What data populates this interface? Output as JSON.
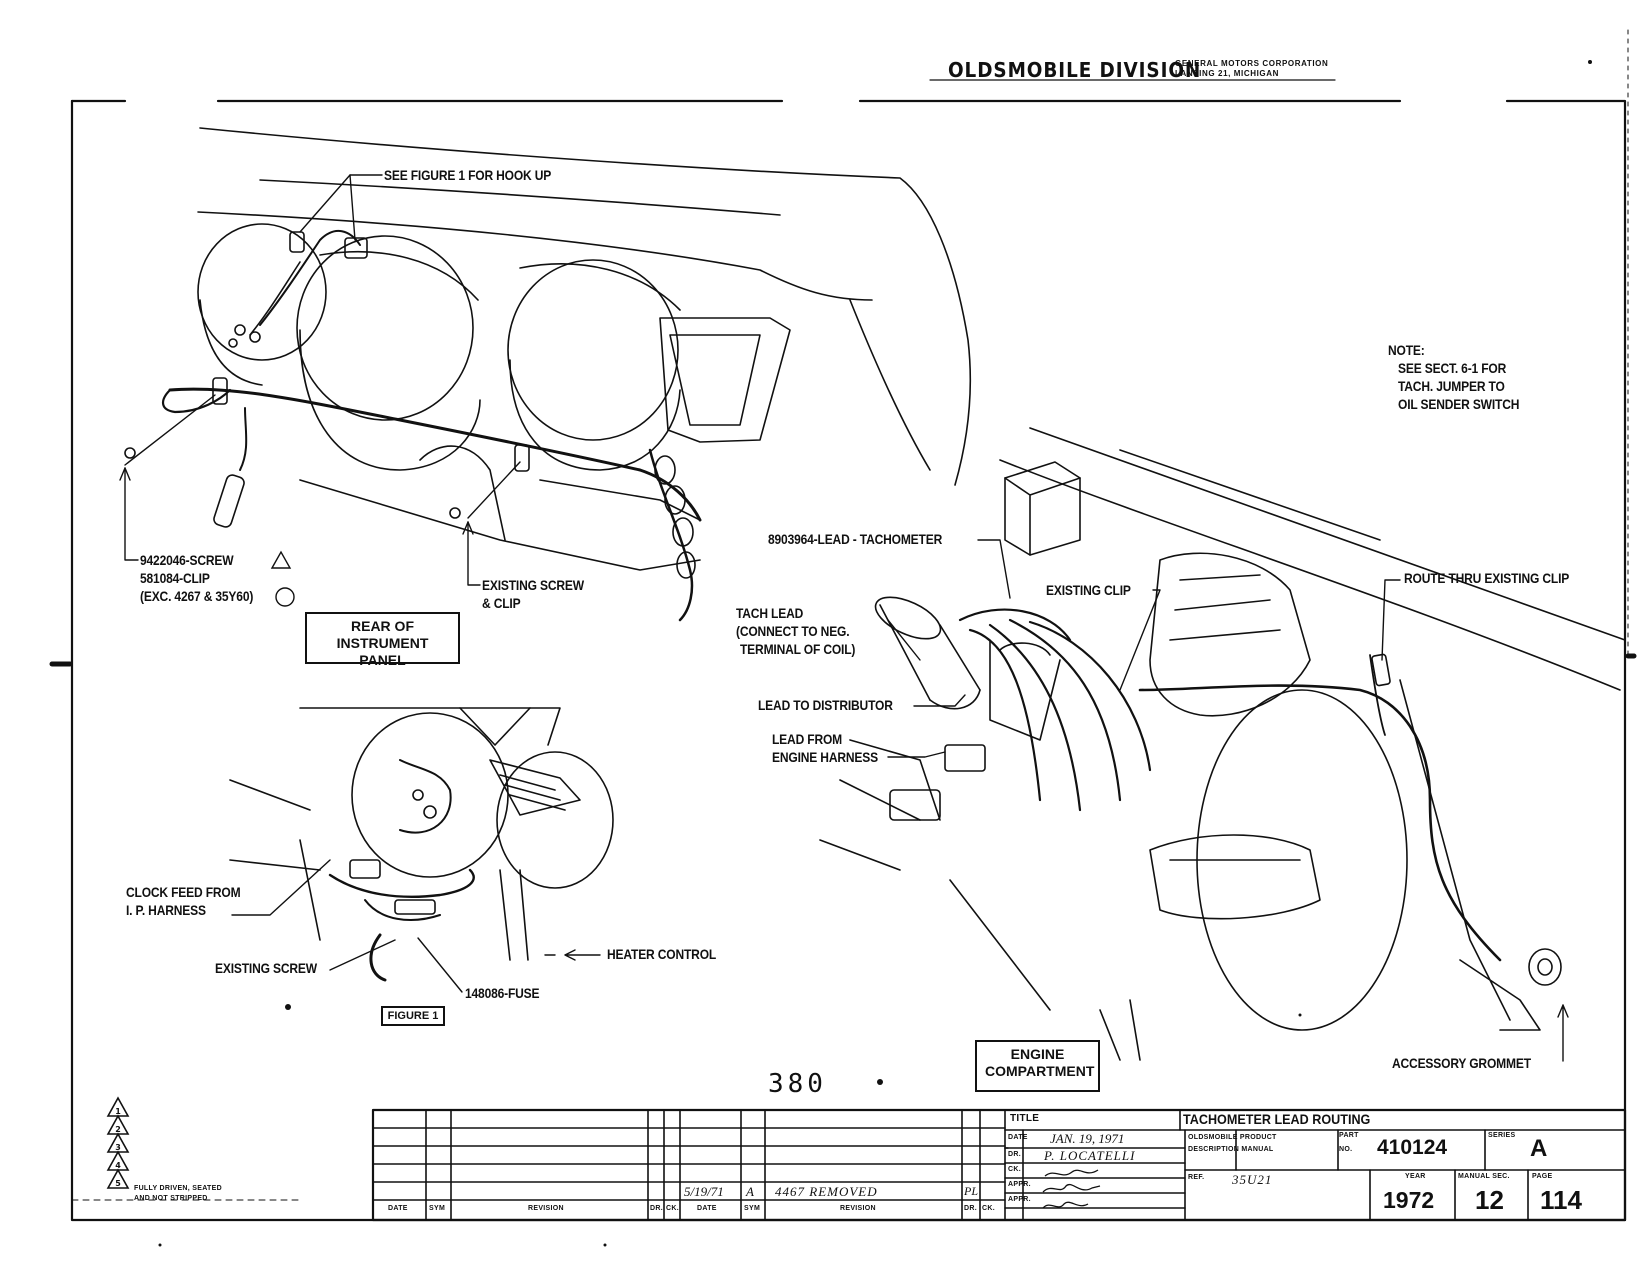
{
  "header": {
    "division": "OLDSMOBILE DIVISION",
    "corp_line1": "GENERAL MOTORS CORPORATION",
    "corp_line2": "LANSING 21, MICHIGAN"
  },
  "callouts": {
    "see_figure": "SEE FIGURE 1 FOR HOOK UP",
    "screw_part_line1": "9422046-SCREW",
    "screw_part_line2": "581084-CLIP",
    "screw_part_line3": "(EXC. 4267 & 35Y60)",
    "existing_screw_clip_line1": "EXISTING SCREW",
    "existing_screw_clip_line2": "& CLIP",
    "rear_panel_line1": "REAR OF",
    "rear_panel_line2": "INSTRUMENT  PANEL",
    "note_line1": "NOTE:",
    "note_line2": "SEE SECT. 6-1 FOR",
    "note_line3": "TACH. JUMPER TO",
    "note_line4": "OIL SENDER SWITCH",
    "lead_tach": "8903964-LEAD - TACHOMETER",
    "existing_clip": "EXISTING CLIP",
    "route_thru": "ROUTE THRU EXISTING CLIP",
    "tach_lead_line1": "TACH LEAD",
    "tach_lead_line2": "(CONNECT TO NEG.",
    "tach_lead_line3": "TERMINAL OF COIL)",
    "lead_distributor": "LEAD TO DISTRIBUTOR",
    "lead_from_line1": "LEAD FROM",
    "lead_from_line2": "ENGINE HARNESS",
    "clock_feed_line1": "CLOCK FEED FROM",
    "clock_feed_line2": "I. P. HARNESS",
    "existing_screw": "EXISTING SCREW",
    "heater_control": "HEATER CONTROL",
    "fuse": "148086-FUSE",
    "figure1": "FIGURE 1",
    "engine_comp_line1": "ENGINE",
    "engine_comp_line2": "COMPARTMENT",
    "accessory_grommet": "ACCESSORY GROMMET"
  },
  "page_number": "380",
  "legend": {
    "symbols": [
      "1",
      "2",
      "3",
      "4",
      "5"
    ],
    "note_line1": "FULLY DRIVEN, SEATED",
    "note_line2": "AND NOT STRIPPED"
  },
  "title_block": {
    "title_label": "TITLE",
    "title": "TACHOMETER LEAD ROUTING",
    "date_label": "DATE",
    "date_value": "JAN. 19, 1971",
    "dr_label": "DR.",
    "dr_value": "P. LOCATELLI",
    "ck_label": "CK.",
    "appr_label": "APPR.",
    "ref_label": "REF.",
    "ref_value": "35U21",
    "manual_line1": "OLDSMOBILE PRODUCT",
    "manual_line2": "DESCRIPTION MANUAL",
    "part_label_line1": "PART",
    "part_label_line2": "NO.",
    "part_no": "410124",
    "series_label": "SERIES",
    "series": "A",
    "year_label": "YEAR",
    "year": "1972",
    "manual_sec_label": "MANUAL SEC.",
    "manual_sec": "12",
    "page_label": "PAGE",
    "page": "114"
  },
  "revision_table": {
    "headers": [
      "DATE",
      "SYM",
      "REVISION",
      "DR.",
      "CK.",
      "DATE",
      "SYM",
      "REVISION",
      "DR.",
      "CK."
    ],
    "entry_date": "5/19/71",
    "entry_sym": "A",
    "entry_text": "4467 REMOVED",
    "entry_dr": "PL"
  }
}
